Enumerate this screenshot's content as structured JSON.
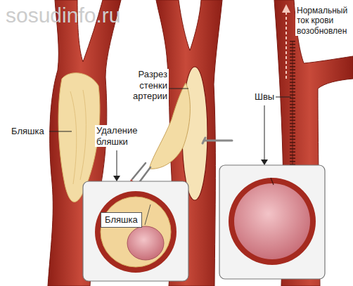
{
  "diagram": {
    "nodes": [
      {
        "text": [
          "Бляшка"
        ]
      }
    ],
    "labels": [
      "sosudinfo.ru",
      "Бляшка",
      "Удаление бляшки",
      "Разрез стенки артерии",
      "Нормальный ток крови возобновлен",
      "Швы"
    ]
  }
}
